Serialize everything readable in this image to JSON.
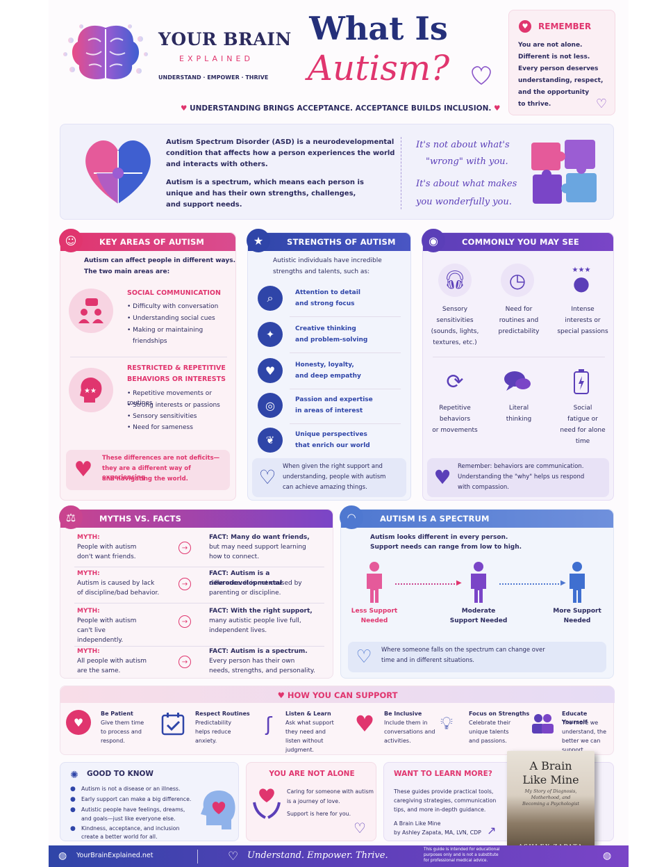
{
  "brand": {
    "line1": "YOUR BRAIN",
    "line2": "EXPLAINED",
    "tag": "UNDERSTAND · EMPOWER · THRIVE"
  },
  "title": {
    "line1": "What Is",
    "line2": "Autism?"
  },
  "tagline": "UNDERSTANDING BRINGS ACCEPTANCE. ACCEPTANCE BUILDS INCLUSION.",
  "remember": {
    "title": "REMEMBER",
    "text": [
      "You are not alone.",
      "Different is not less.",
      "Every person deserves",
      "understanding, respect,",
      "and the opportunity",
      "to thrive."
    ]
  },
  "intro": {
    "p1": [
      "Autism Spectrum Disorder (ASD) is a neurodevelopmental",
      "condition that affects how a person experiences the world",
      "and interacts with others."
    ],
    "p2": [
      "Autism is a spectrum, which means each person is",
      "unique and has their own strengths, challenges,",
      "and support needs."
    ],
    "quote": [
      "It's not about what's",
      "\"wrong\" with you.",
      "It's about what makes",
      "you wonderfully you."
    ]
  },
  "key": {
    "title": "KEY AREAS OF AUTISM",
    "intro": [
      "Autism can affect people in different ways.",
      "The two main areas are:"
    ],
    "a_title": "SOCIAL COMMUNICATION",
    "a_items": [
      "• Difficulty with conversation",
      "• Understanding social cues",
      "• Making or maintaining",
      "friendships"
    ],
    "b_title": [
      "RESTRICTED & REPETITIVE",
      "BEHAVIORS OR INTERESTS"
    ],
    "b_items": [
      "• Repetitive movements or routines",
      "• Strong interests or passions",
      "• Sensory sensitivities",
      "• Need for sameness"
    ],
    "note": [
      "These differences are not deficits—",
      "they are a different way of experiencing",
      "and navigating the world."
    ]
  },
  "strengths": {
    "title": "STRENGTHS OF AUTISM",
    "intro": [
      "Autistic individuals have incredible",
      "strengths and talents, such as:"
    ],
    "items": [
      [
        "Attention to detail",
        "and strong focus"
      ],
      [
        "Creative thinking",
        "and problem-solving"
      ],
      [
        "Honesty, loyalty,",
        "and deep empathy"
      ],
      [
        "Passion and expertise",
        "in areas of interest"
      ],
      [
        "Unique perspectives",
        "that enrich our world"
      ]
    ],
    "note": [
      "When given the right support and",
      "understanding, people with autism",
      "can achieve amazing things."
    ]
  },
  "common": {
    "title": "COMMONLY YOU MAY SEE",
    "items": [
      [
        "Sensory",
        "sensitivities",
        "(sounds, lights,",
        "textures, etc.)"
      ],
      [
        "Need for",
        "routines and",
        "predictability"
      ],
      [
        "Intense",
        "interests or",
        "special passions"
      ],
      [
        "Repetitive",
        "behaviors",
        "or movements"
      ],
      [
        "Literal",
        "thinking"
      ],
      [
        "Social",
        "fatigue or",
        "need for alone",
        "time"
      ]
    ],
    "note": [
      "Remember: behaviors are communication.",
      "Understanding the \"why\" helps us respond",
      "with compassion."
    ]
  },
  "myths": {
    "title": "MYTHS VS. FACTS",
    "rows": [
      {
        "myth": [
          "MYTH:",
          "People with autism",
          "don't want friends."
        ],
        "fact": [
          "FACT: Many do want friends,",
          "but may need support learning",
          "how to connect."
        ]
      },
      {
        "myth": [
          "MYTH:",
          "Autism is caused by lack",
          "of discipline/bad behavior."
        ],
        "fact": [
          "FACT: Autism is a neurodevelopmental",
          "difference. It is not caused by",
          "parenting or discipline."
        ]
      },
      {
        "myth": [
          "MYTH:",
          "People with autism",
          "can't live",
          "independently."
        ],
        "fact": [
          "FACT: With the right support,",
          "many autistic people live full,",
          "independent lives."
        ]
      },
      {
        "myth": [
          "MYTH:",
          "All people with autism",
          "are the same."
        ],
        "fact": [
          "FACT: Autism is a spectrum.",
          "Every person has their own",
          "needs, strengths, and personality."
        ]
      }
    ]
  },
  "spectrum": {
    "title": "AUTISM IS A SPECTRUM",
    "intro": [
      "Autism looks different in every person.",
      "Support needs can range from low to high."
    ],
    "levels": [
      [
        "Less Support",
        "Needed"
      ],
      [
        "Moderate",
        "Support Needed"
      ],
      [
        "More Support",
        "Needed"
      ]
    ],
    "note": [
      "Where someone falls on the spectrum can change over",
      "time and in different situations."
    ]
  },
  "support": {
    "title": "HOW YOU CAN SUPPORT",
    "items": [
      [
        "Be Patient",
        "Give them time",
        "to process and",
        "respond."
      ],
      [
        "Respect Routines",
        "Predictability",
        "helps reduce",
        "anxiety."
      ],
      [
        "Listen & Learn",
        "Ask what support",
        "they need and",
        "listen without",
        "judgment."
      ],
      [
        "Be Inclusive",
        "Include them in",
        "conversations and",
        "activities."
      ],
      [
        "Focus on Strengths",
        "Celebrate their",
        "unique talents",
        "and passions."
      ],
      [
        "Educate Yourself",
        "The more we",
        "understand, the",
        "better we can",
        "support."
      ]
    ]
  },
  "good": {
    "title": "GOOD TO KNOW",
    "items": [
      "Autism is not a disease or an illness.",
      "Early support can make a big difference.",
      "Autistic people have feelings, dreams,",
      "and goals—just like everyone else.",
      "Kindness, acceptance, and inclusion",
      "create a better world for all."
    ]
  },
  "alone": {
    "title": "YOU ARE NOT ALONE",
    "text": [
      "Caring for someone with autism",
      "is a journey of love.",
      "Support is here for you."
    ]
  },
  "learn": {
    "title": "WANT TO LEARN MORE?",
    "text": [
      "These guides provide practical tools,",
      "caregiving strategies, communication",
      "tips, and more in-depth guidance."
    ],
    "book_line": [
      "A Brain Like Mine",
      "by Ashley Zapata, MA, LVN, CDP"
    ]
  },
  "book": {
    "title": [
      "A Brain",
      "Like Mine"
    ],
    "subtitle": [
      "My Story of Diagnosis,",
      "Motherhood, and",
      "Becoming a Psychologist"
    ],
    "author": "ASHLEY ZAPATA"
  },
  "footer": {
    "site": "YourBrainExplained.net",
    "motto": "Understand. Empower. Thrive.",
    "disclaimer": [
      "This guide is intended for educational",
      "purposes only and is not a substitute",
      "for professional medical advice."
    ]
  },
  "colors": {
    "pink": "#e0356e",
    "navy": "#2b2a5e",
    "blue": "#2f45a8",
    "purple": "#5b3fb8"
  }
}
